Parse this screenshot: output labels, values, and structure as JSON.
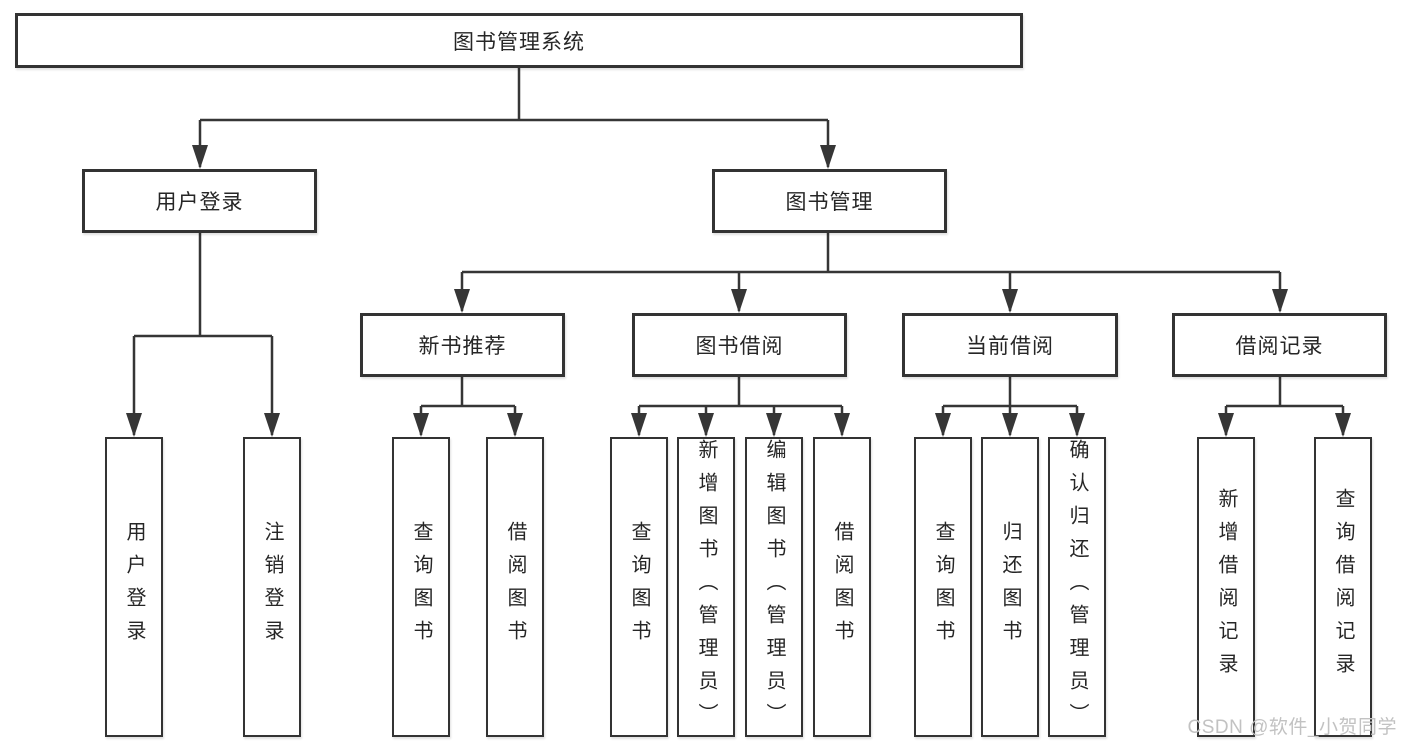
{
  "diagram": {
    "root": {
      "label": "图书管理系统"
    },
    "branches": [
      {
        "label": "用户登录",
        "children": [
          {
            "label": "用户登录"
          },
          {
            "label": "注销登录"
          }
        ]
      },
      {
        "label": "图书管理",
        "children": [
          {
            "label": "新书推荐",
            "children": [
              {
                "label": "查询图书"
              },
              {
                "label": "借阅图书"
              }
            ]
          },
          {
            "label": "图书借阅",
            "children": [
              {
                "label": "查询图书"
              },
              {
                "label": "新增图书（管理员）"
              },
              {
                "label": "编辑图书（管理员）"
              },
              {
                "label": "借阅图书"
              }
            ]
          },
          {
            "label": "当前借阅",
            "children": [
              {
                "label": "查询图书"
              },
              {
                "label": "归还图书"
              },
              {
                "label": "确认归还（管理员）"
              }
            ]
          },
          {
            "label": "借阅记录",
            "children": [
              {
                "label": "新增借阅记录"
              },
              {
                "label": "查询借阅记录"
              }
            ]
          }
        ]
      }
    ]
  },
  "watermark": "CSDN @软件_小贺同学",
  "colors": {
    "line": "#333333",
    "text": "#262626",
    "watermark": "#c2c2c2",
    "background": "#ffffff"
  }
}
